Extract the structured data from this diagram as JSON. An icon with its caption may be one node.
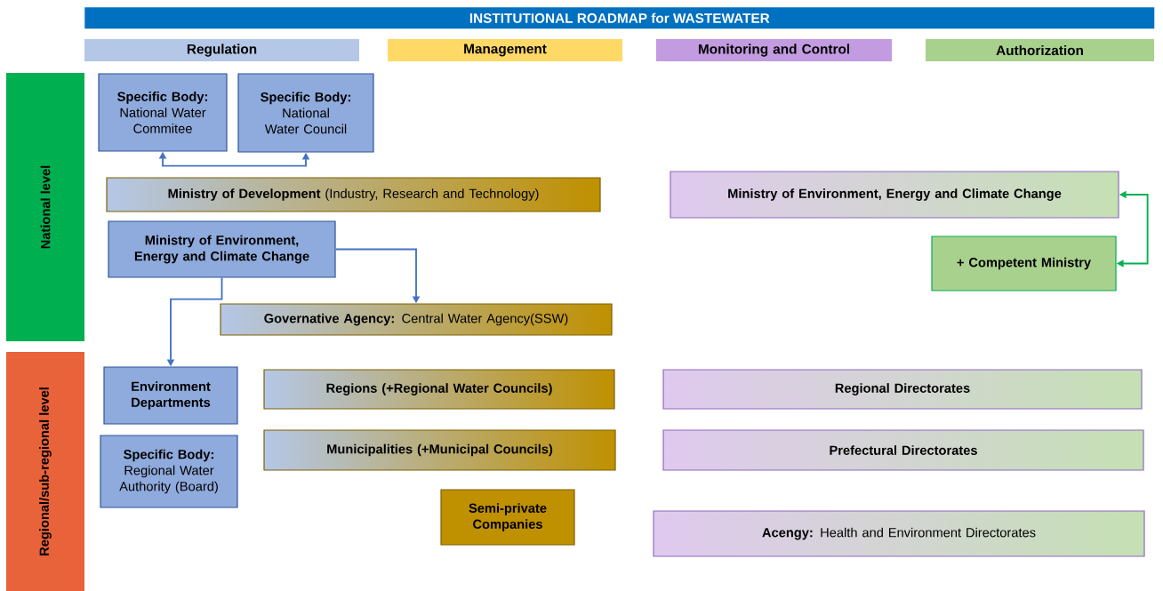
{
  "diagram": {
    "title": "INSTITUTIONAL ROADMAP for WASTEWATER",
    "nodes": [
      {
        "text": [
          "Regulation"
        ]
      },
      {
        "text": [
          "Management"
        ]
      },
      {
        "text": [
          "Monitoring and Control"
        ]
      },
      {
        "text": [
          "Authorization"
        ]
      },
      {
        "text": [
          "National level"
        ]
      },
      {
        "text": [
          "Regional/sub-regional level"
        ]
      },
      {
        "text": [
          "Specific Body:",
          "National Water Commitee"
        ]
      },
      {
        "text": [
          "Specific Body:",
          "National Water Council"
        ]
      },
      {
        "text": [
          "**Ministry of Development** (Industry, Research and Technology)"
        ]
      },
      {
        "text": [
          "Ministry of Environment, Energy and Climate Change"
        ]
      },
      {
        "text": [
          "**Governative Agency:** Central Water Agency(SSW)"
        ]
      },
      {
        "text": [
          "Ministry of Environment, Energy and Climate Change"
        ]
      },
      {
        "text": [
          "+ Competent Ministry"
        ]
      },
      {
        "text": [
          "Environment Departments"
        ]
      },
      {
        "text": [
          "Regions (+Regional Water Councils)"
        ]
      },
      {
        "text": [
          "Regional Directorates"
        ]
      },
      {
        "text": [
          "Specific Body:",
          "Regional Water Authority (Board)"
        ]
      },
      {
        "text": [
          "Municipalities (+Municipal Councils)"
        ]
      },
      {
        "text": [
          "Prefectural Directorates"
        ]
      },
      {
        "text": [
          "Semi-private Companies"
        ]
      },
      {
        "text": [
          "**Acengy:** Health and Environment Directorates"
        ]
      }
    ],
    "edges": [
      {
        "from": 6,
        "to": 7,
        "arrow": "both"
      },
      {
        "from": 9,
        "to": 10,
        "arrow": "to"
      },
      {
        "from": 9,
        "to": 13,
        "arrow": "to"
      },
      {
        "from": 12,
        "to": 11,
        "arrow": "both",
        "color": "#00b050"
      }
    ]
  }
}
